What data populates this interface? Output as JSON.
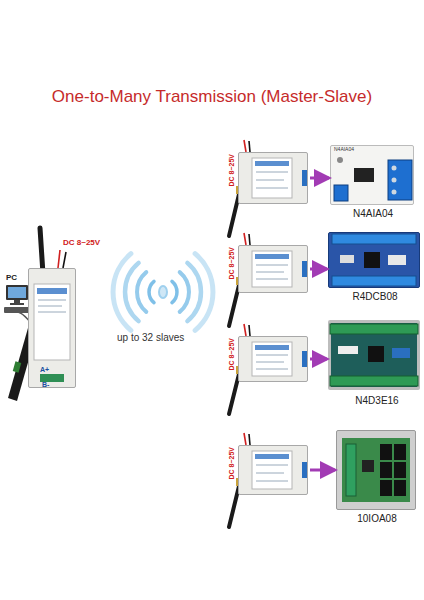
{
  "diagram": {
    "title": "One-to-Many Transmission (Master-Slave)",
    "nodes": [
      {
        "text": [
          "DC 8~25V"
        ]
      },
      {
        "text": [
          "DC 8~25V"
        ]
      },
      {
        "text": [
          "N4AIA04"
        ]
      },
      {
        "text": [
          "DC 8~25V"
        ]
      },
      {
        "text": [
          "R4DCB08"
        ]
      },
      {
        "text": [
          "DC 8~25V"
        ]
      },
      {
        "text": [
          "N4D3E16"
        ]
      },
      {
        "text": [
          "DC 8~25V"
        ]
      },
      {
        "text": [
          "10IOA08"
        ]
      }
    ],
    "edges": [
      {
        "from": 1,
        "to": 2,
        "arrow": "to"
      },
      {
        "from": 3,
        "to": 4,
        "arrow": "to"
      },
      {
        "from": 5,
        "to": 6,
        "arrow": "to"
      },
      {
        "from": 7,
        "to": 8,
        "arrow": "to"
      }
    ],
    "labels": [
      "PC",
      "A+",
      "B-",
      "up to 32 slaves",
      "N4AIA04"
    ]
  }
}
